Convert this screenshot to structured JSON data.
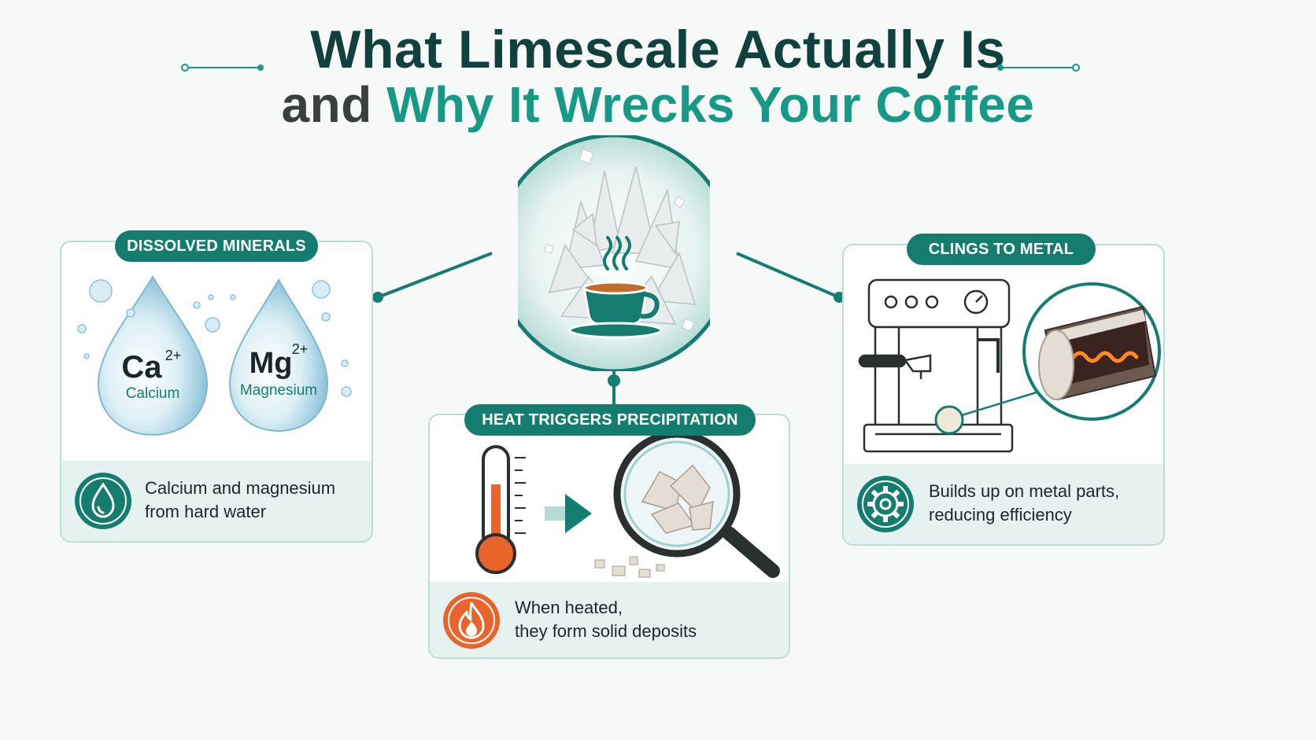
{
  "title": {
    "line1": "What Limescale Actually Is",
    "line2_part1": "and ",
    "line2_part2": "Why It Wrecks Your Coffee"
  },
  "colors": {
    "teal_dark": "#10413d",
    "teal": "#169985",
    "pill": "#147d70",
    "orange": "#e8642a",
    "card_border": "#bcdcd6",
    "footer_bg": "#e6f2f0"
  },
  "hub": {
    "icon": "coffee-cup-on-crystals"
  },
  "panels": {
    "minerals": {
      "label": "DISSOLVED MINERALS",
      "drops": [
        {
          "symbol": "Ca",
          "charge": "2+",
          "name": "Calcium"
        },
        {
          "symbol": "Mg",
          "charge": "2+",
          "name": "Magnesium"
        }
      ],
      "icon": "water-drop-icon",
      "text_line1": "Calcium and magnesium",
      "text_line2": "from hard water"
    },
    "heat": {
      "label": "HEAT TRIGGERS PRECIPITATION",
      "icon": "flame-icon",
      "art": [
        "thermometer",
        "arrow",
        "magnifying-glass"
      ],
      "text_line1": "When heated,",
      "text_line2": "they form solid deposits"
    },
    "metal": {
      "label": "CLINGS TO METAL",
      "icon": "gear-icon",
      "art": [
        "espresso-machine",
        "pipe-cross-section"
      ],
      "text_line1": "Builds up on metal parts,",
      "text_line2": "reducing efficiency"
    }
  }
}
